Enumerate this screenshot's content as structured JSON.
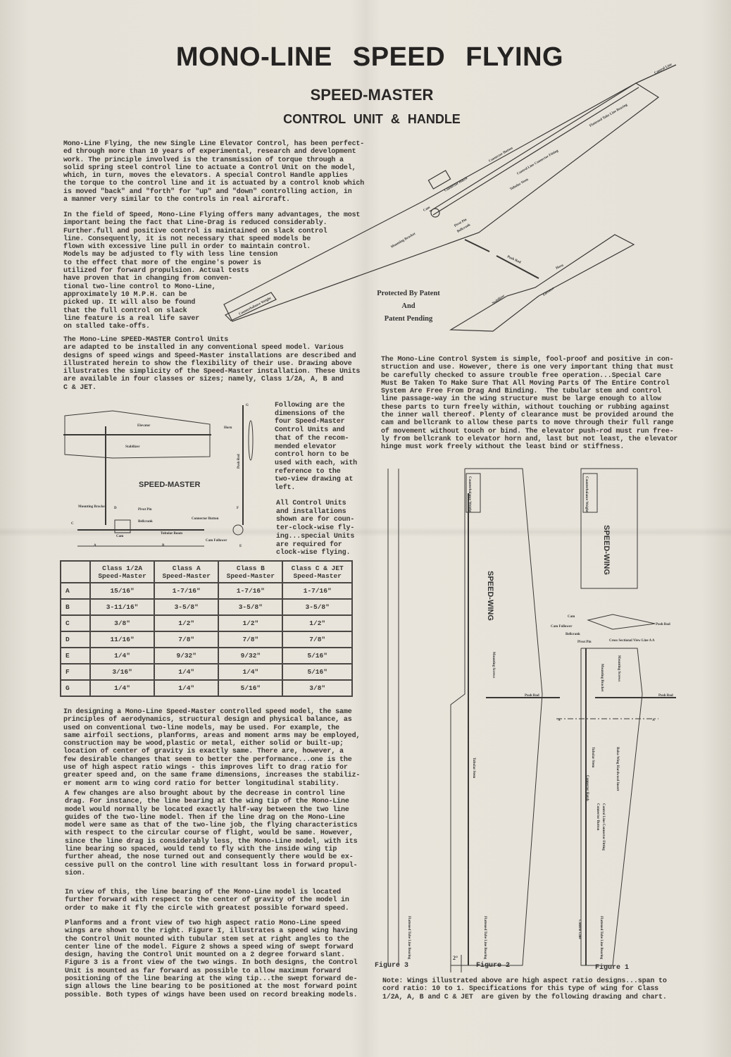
{
  "header": {
    "title": "MONO-LINE  SPEED  FLYING",
    "subtitle": "SPEED-MASTER",
    "subtitle2": "CONTROL UNIT  &  HANDLE"
  },
  "patent": {
    "line1": "Protected By Patent",
    "line2": "And",
    "line3": "Patent Pending"
  },
  "paragraphs": {
    "intro": "Mono-Line Flying, the new Single Line Elevator Control, has been perfect-\ned through more than 10 years of experimental, research and development\nwork. The principle involved is the transmission of torque through a\nsolid spring steel control line to actuate a Control Unit on the model,\nwhich, in turn, moves the elevators. A special Control Handle applies\nthe torque to the control line and it is actuated by a control knob which\nis moved \"back\" and \"forth\" for \"up\" and \"down\" controlling action, in\na manner very similar to the controls in real aircraft.",
    "speed": "In the field of Speed, Mono-Line Flying offers many advantages, the most\nimportant being the fact that Line-Drag is reduced considerably.\nFurther.full and positive control is maintained on slack control\nline. Consequently, it is not necessary that speed models be\nflown with excessive line pull in order to maintain control.\nModels may be adjusted to fly with less line tension\nto the effect that more of the engine's power is\nutilized for forward propulsion. Actual tests\nhave proven that in changing from conven-\ntional two-line control to Mono-Line,\napproximately 10 M.P.H. can be\npicked up. It will also be found\nthat the full control on slack\nline feature is a real life saver\non stalled take-offs.",
    "units": "The Mono-Line SPEED-MASTER Control Units\nare adapted to be installed in any conventional speed model. Various\ndesigns of speed wings and Speed-Master installations are described and\nillustrated herein to show the flexibility of their use. Drawing above\nillustrates the simplicity of the Speed-Master installation. These Units\nare available in four classes or sizes; namely, Class 1/2A, A, B and\nC & JET.",
    "following": "Following are the\ndimensions of the\nfour Speed-Master\nControl Units and\nthat of the recom-\nmended elevator\ncontrol horn to be\nused with each, with\nreference to the\ntwo-view drawing at\nleft.",
    "ccw": "All Control Units\nand installations\nshown are for coun-\nter-clock-wise fly-\ning...special Units\nare required for\nclock-wise flying.",
    "designing": "In designing a Mono-Line Speed-Master controlled speed model, the same\nprinciples of aerodynamics, structural design and physical balance, as\nused on conventional two-line models, may be used. For example, the\nsame airfoil sections, planforms, areas and moment arms may be employed,\nconstruction may be wood,plastic or metal, either solid or built-up;\nlocation of center of gravity is exactly same. There are, however, a\nfew desirable changes that seem to better the performance...one is the\nuse of high aspect ratio wings - this improves lift to drag ratio for\ngreater speed and, on the same frame dimensions, increases the stabiliz-\ner moment arm to wing cord ratio for better longitudinal stability.",
    "changes": "A few changes are also brought about by the decrease in control line\ndrag. For instance, the line bearing at the wing tip of the Mono-Line\nmodel would normally be located exactly half-way between the two line\nguides of the two-line model. Then if the line drag on the Mono-Line\nmodel were same as that of the two-line job, the flying characteristics\nwith respect to the circular course of flight, would be same. However,\nsince the line drag is considerably less, the Mono-Line model, with its\nline bearing so spaced, would tend to fly with the inside wing tip\nfurther ahead, the nose turned out and consequently there would be ex-\ncessive pull on the control line with resultant loss in forward propul-\nsion.",
    "view": "In view of this, the line bearing of the Mono-Line model is located\nfurther forward with respect to the center of gravity of the model in\norder to make it fly the circle with greatest possible forward speed.",
    "planforms": "Planforms and a front view of two high aspect ratio Mono-Line speed\nwings are shown to the right. Figure I, illustrates a speed wing having\nthe Control Unit mounted with tubular stem set at right angles to the\ncenter line of the model. Figure 2 shows a speed wing of swept forward\ndesign, having the Control Unit mounted on a 2 degree forward slant.\nFigure 3 is a front view of the two wings. In both designs, the Control\nUnit is mounted as far forward as possible to allow maximum forward\npositioning of the line bearing at the wing tip...the swept forward de-\nsign allows the line bearing to be positioned at the most forward point\npossible. Both types of wings have been used on record breaking models.",
    "system": "The Mono-Line Control System is simple, fool-proof and positive in con-\nstruction and use. However, there is one very important thing that must\nbe carefully checked to assure trouble free operation...Special Care\nMust Be Taken To Make Sure That All Moving Parts Of The Entire Control\nSystem Are Free From Drag And Binding.  The tubular stem and control\nline passage-way in the wing structure must be large enough to allow\nthese parts to turn freely within, without touching or rubbing against\nthe inner wall thereof. Plenty of clearance must be provided around the\ncam and bellcrank to allow these parts to move through their full range\nof movement without touch or bind. The elevator push-rod must run free-\nly from bellcrank to elevator horn and, last but not least, the elevator\nhinge must work freely without the least bind or stiffness.",
    "note": "Note: Wings illustrated above are high aspect ratio designs...span to\ncord ratio: 10 to 1. Specifications for this type of wing for Class\n1/2A, A, B and C & JET  are given by the following drawing and chart."
  },
  "drawings": {
    "top": {
      "control_line": "Control Line",
      "flattened_tube": "Flattened Tube Line Bearing",
      "connector_button": "Connector Button",
      "connector_hatch": "Connector Hatch",
      "line_fitting": "Control Line Connector Fitting",
      "tubular_stem": "Tubular Stem",
      "cam": "Cam",
      "pivot_pin": "Pivot Pin",
      "bellcrank": "Bellcrank",
      "mounting_bracket": "Mounting Bracket",
      "push_rod": "Push Rod",
      "horn": "Horn",
      "stabilizer": "Stabilizer",
      "elevator": "Elevator",
      "counterbalance": "Counterbalance Weight"
    },
    "speedmaster": {
      "title": "SPEED-MASTER",
      "elevator": "Elevator",
      "stabilizer": "Stabilizer",
      "horn": "Horn",
      "push_rod": "Push Rod",
      "mounting_bracket": "Mounting Bracket",
      "pivot_pin": "Pivot Pin",
      "bellcrank": "Bellcrank",
      "connector_button": "Connector Button",
      "tubular_boom": "Tubular Boom",
      "cam": "Cam",
      "cam_follower": "Cam Follower",
      "dims": [
        "A",
        "B",
        "C",
        "D",
        "E",
        "F",
        "G"
      ]
    },
    "figures": {
      "speed_wing": "SPEED-WING",
      "counterbalance": "Counterbalance Weight",
      "push_rod": "Push Rod",
      "cross_section": "Cross Sectional View Line A A",
      "cam": "Cam",
      "cam_follower": "Cam Follower",
      "bellcrank": "Bellcrank",
      "pivot_pin": "Pivot Pin",
      "mounting_screws": "Mounting Screws",
      "mounting_bracket": "Mounting Bracket",
      "tubular_stem": "Tubular Stem",
      "connector_hatch": "Connector Hatch",
      "connector_button": "Connector Button",
      "line_fitting": "Control Line Connector Fitting",
      "line_bearing": "Flattened Tube Line Bearing",
      "control_line": "Control Line",
      "balsa_insert": "Balsa Wing Hardwood Insert",
      "a_mark": "A",
      "angle": "2°",
      "fig1": "Figure 1",
      "fig2": "Figure 2",
      "fig3": "Figure 3"
    }
  },
  "table": {
    "headers": [
      "",
      "Class 1/2A\nSpeed-Master",
      "Class A\nSpeed-Master",
      "Class B\nSpeed-Master",
      "Class C & JET\nSpeed-Master"
    ],
    "rows": [
      [
        "A",
        "15/16\"",
        "1-7/16\"",
        "1-7/16\"",
        "1-7/16\""
      ],
      [
        "B",
        "3-11/16\"",
        "3-5/8\"",
        "3-5/8\"",
        "3-5/8\""
      ],
      [
        "C",
        "3/8\"",
        "1/2\"",
        "1/2\"",
        "1/2\""
      ],
      [
        "D",
        "11/16\"",
        "7/8\"",
        "7/8\"",
        "7/8\""
      ],
      [
        "E",
        "1/4\"",
        "9/32\"",
        "9/32\"",
        "5/16\""
      ],
      [
        "F",
        "3/16\"",
        "1/4\"",
        "1/4\"",
        "5/16\""
      ],
      [
        "G",
        "1/4\"",
        "1/4\"",
        "5/16\"",
        "3/8\""
      ]
    ]
  }
}
